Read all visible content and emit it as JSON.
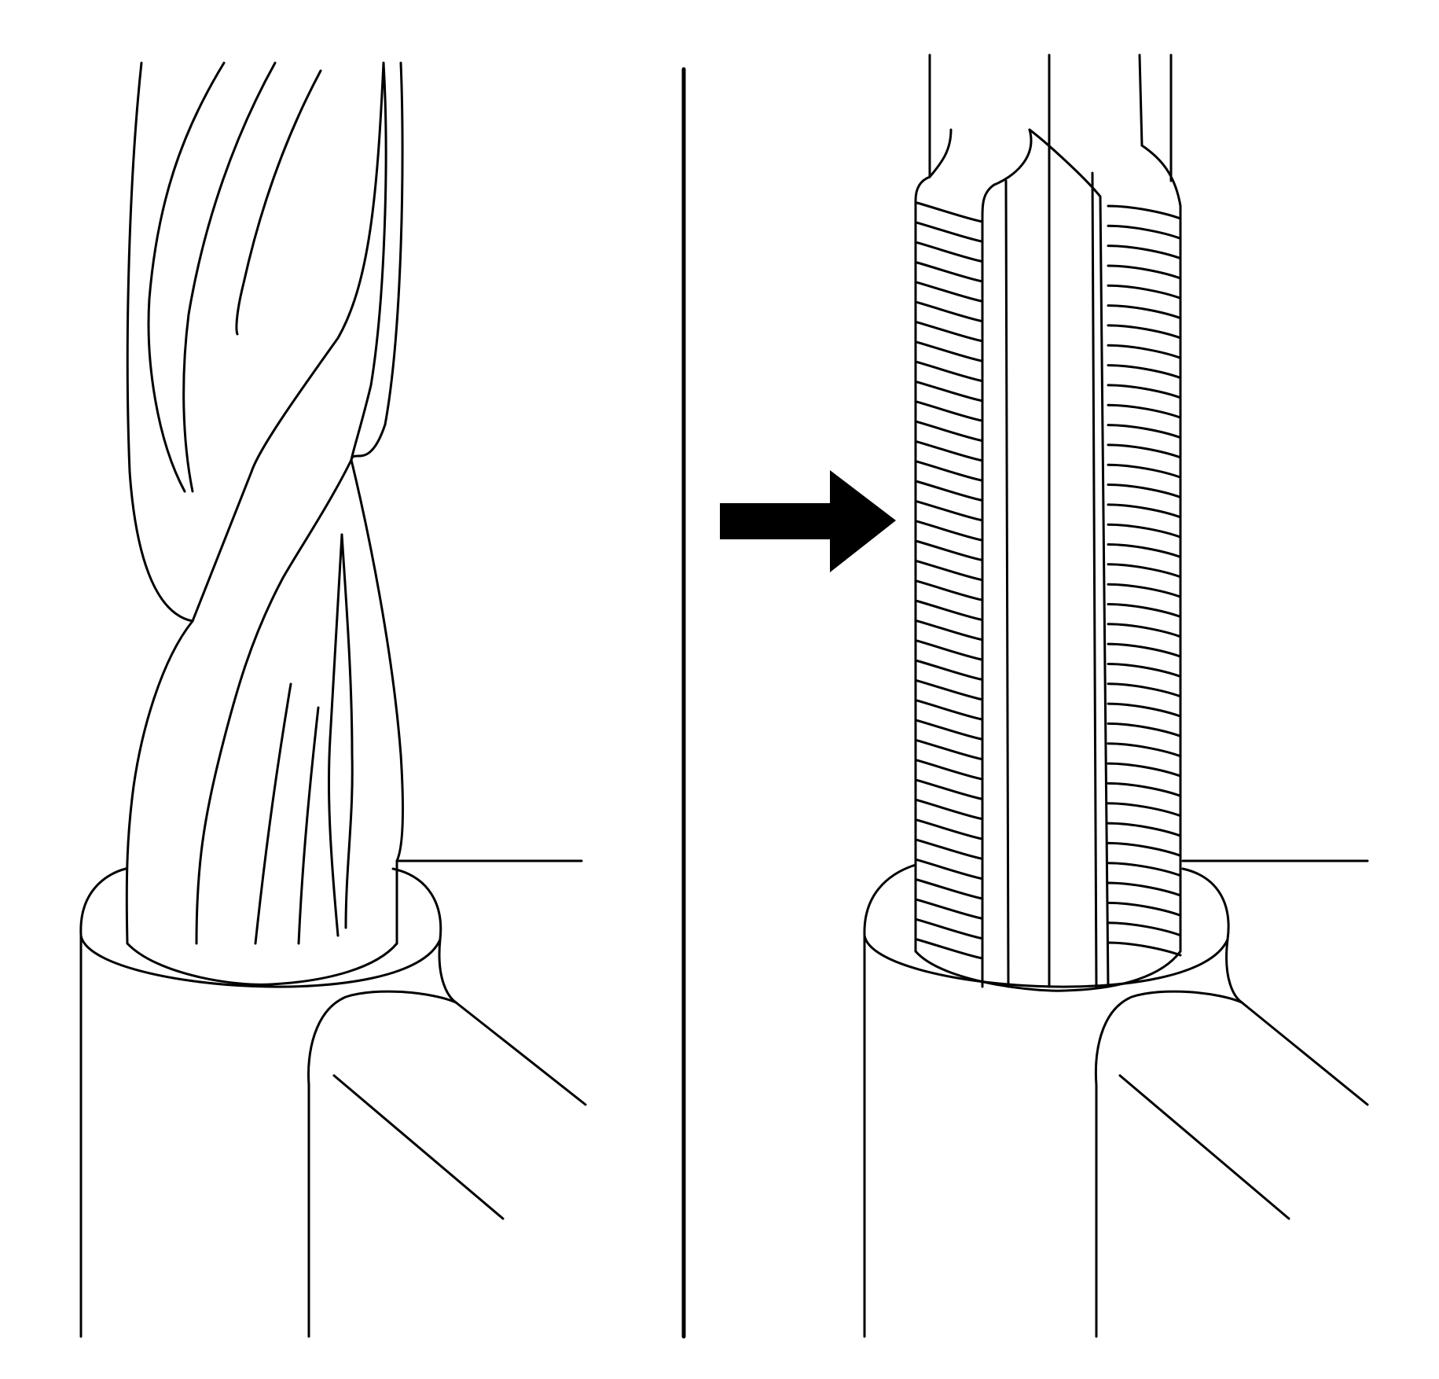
{
  "figure": {
    "panels": [
      {
        "id": "left",
        "state": "twisted-strands"
      },
      {
        "id": "right",
        "state": "straightened-crimped-strands"
      }
    ],
    "arrow": {
      "direction": "right"
    },
    "colors": {
      "ink": "#000000",
      "background": "#ffffff"
    },
    "right_panel": {
      "sleeve_ring_count": 38
    }
  }
}
